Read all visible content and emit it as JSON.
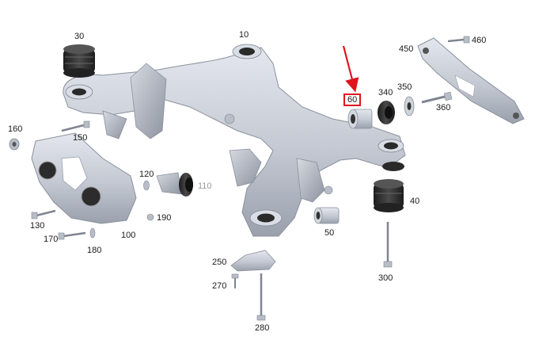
{
  "diagram": {
    "highlight_color": "#e0141e",
    "part_color": "#c9cdd6",
    "part_shadow_color": "#8a909c",
    "bushing_color": "#2e2e2e",
    "highlighted_part": "60",
    "callouts": {
      "p10": "10",
      "p30": "30",
      "p40": "40",
      "p50": "50",
      "p60": "60",
      "p100": "100",
      "p110": "110",
      "p120": "120",
      "p130": "130",
      "p150": "150",
      "p160": "160",
      "p170": "170",
      "p180": "180",
      "p190": "190",
      "p250": "250",
      "p270": "270",
      "p280": "280",
      "p300": "300",
      "p340": "340",
      "p350": "350",
      "p360": "360",
      "p450": "450",
      "p460": "460"
    }
  }
}
